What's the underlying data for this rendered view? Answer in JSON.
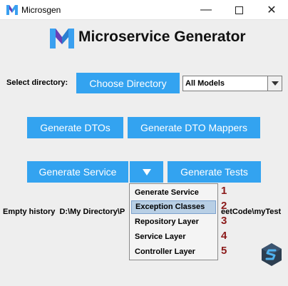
{
  "window": {
    "title": "Microsgen",
    "minimize": "—",
    "close": "✕"
  },
  "header": {
    "title": "Microservice Generator"
  },
  "directory": {
    "label": "Select directory:",
    "choose_button": "Choose Directory",
    "model_select": "All Models"
  },
  "buttons": {
    "generate_dtos": "Generate DTOs",
    "generate_dto_mappers": "Generate DTO Mappers",
    "generate_service": "Generate Service",
    "generate_tests": "Generate Tests"
  },
  "status": {
    "history": "Empty history",
    "path_left": "D:\\My Directory\\P",
    "path_right": "eetCode\\myTest"
  },
  "dropdown_menu": {
    "items": [
      {
        "label": "Generate Service",
        "number": "1"
      },
      {
        "label": "Exception Classes",
        "number": "2"
      },
      {
        "label": "Repository Layer",
        "number": "3"
      },
      {
        "label": "Service Layer",
        "number": "4"
      },
      {
        "label": "Controller Layer",
        "number": "5"
      }
    ],
    "selected_index": 1
  },
  "colors": {
    "button_bg": "#33a3f0",
    "button_text": "#ffffff",
    "annotation_numbers": "#8b1a1a",
    "menu_selection": "#b8cfe5"
  },
  "icons": {
    "app": "microsgen-logo-icon",
    "corner": "s-cube-logo-icon"
  }
}
